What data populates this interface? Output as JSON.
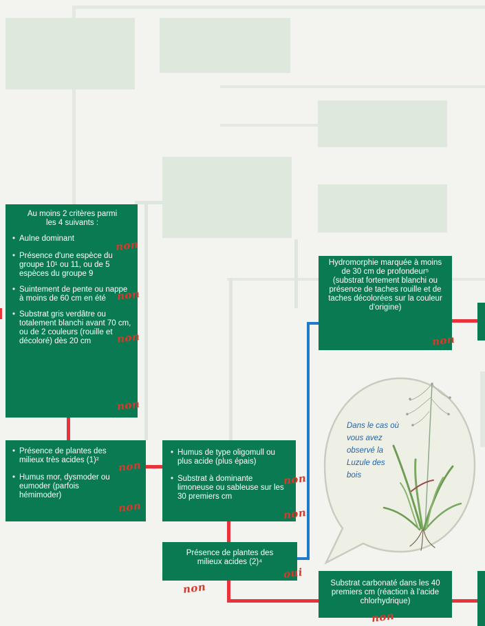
{
  "criteria_box": {
    "header": "Au moins 2 critères parmi les 4 suivants :",
    "items": [
      {
        "text": "Aulne dominant",
        "answer": "non"
      },
      {
        "text": "Présence d'une espèce du groupe 10¹ ou 11, ou de 5 espèces du groupe 9",
        "answer": "non"
      },
      {
        "text": "Suintement de pente ou nappe à moins de 60 cm en été",
        "answer": "non"
      },
      {
        "text": "Substrat gris verdâtre ou totalement blanchi avant 70 cm, ou de 2 couleurs (rouille et décoloré) dès 20 cm",
        "answer": "non"
      }
    ]
  },
  "acid_plants_box": {
    "items": [
      {
        "text": "Présence de plantes des milieux très acides (1)²",
        "answer": "non"
      },
      {
        "text": "Humus mor, dysmoder ou eumoder (parfois hémimoder)",
        "answer": "non"
      }
    ]
  },
  "humus_box": {
    "items": [
      {
        "text": "Humus de type oligomull ou plus acide (plus épais)",
        "answer": "non"
      },
      {
        "text": "Substrat à dominante limoneuse ou sableuse sur les 30 premiers cm",
        "answer": "non"
      }
    ]
  },
  "acid_plants2_box": {
    "text": "Présence de plantes des milieux acides (2)⁴",
    "answer_yes": "oui",
    "answer_no": "non"
  },
  "hydro_box": {
    "text": "Hydromorphie marquée à moins de 30 cm de profondeur⁵ (substrat fortement blanchi ou présence de taches rouille et de taches décolorées sur la couleur d'origine)",
    "answer": "non"
  },
  "carbonate_box": {
    "text": "Substrat carbonaté dans les 40 premiers cm (réaction à l'acide chlorhydrique)",
    "answer": "non"
  },
  "bubble": {
    "lines": [
      "Dans le cas où",
      "vous avez",
      "observé la",
      "Luzule des",
      "bois"
    ]
  },
  "colors": {
    "box": "#0a7a52",
    "no": "#d63a2c",
    "red_line": "#e8333a",
    "blue_line": "#1f7ac9",
    "bubble_text": "#1e62ad"
  }
}
